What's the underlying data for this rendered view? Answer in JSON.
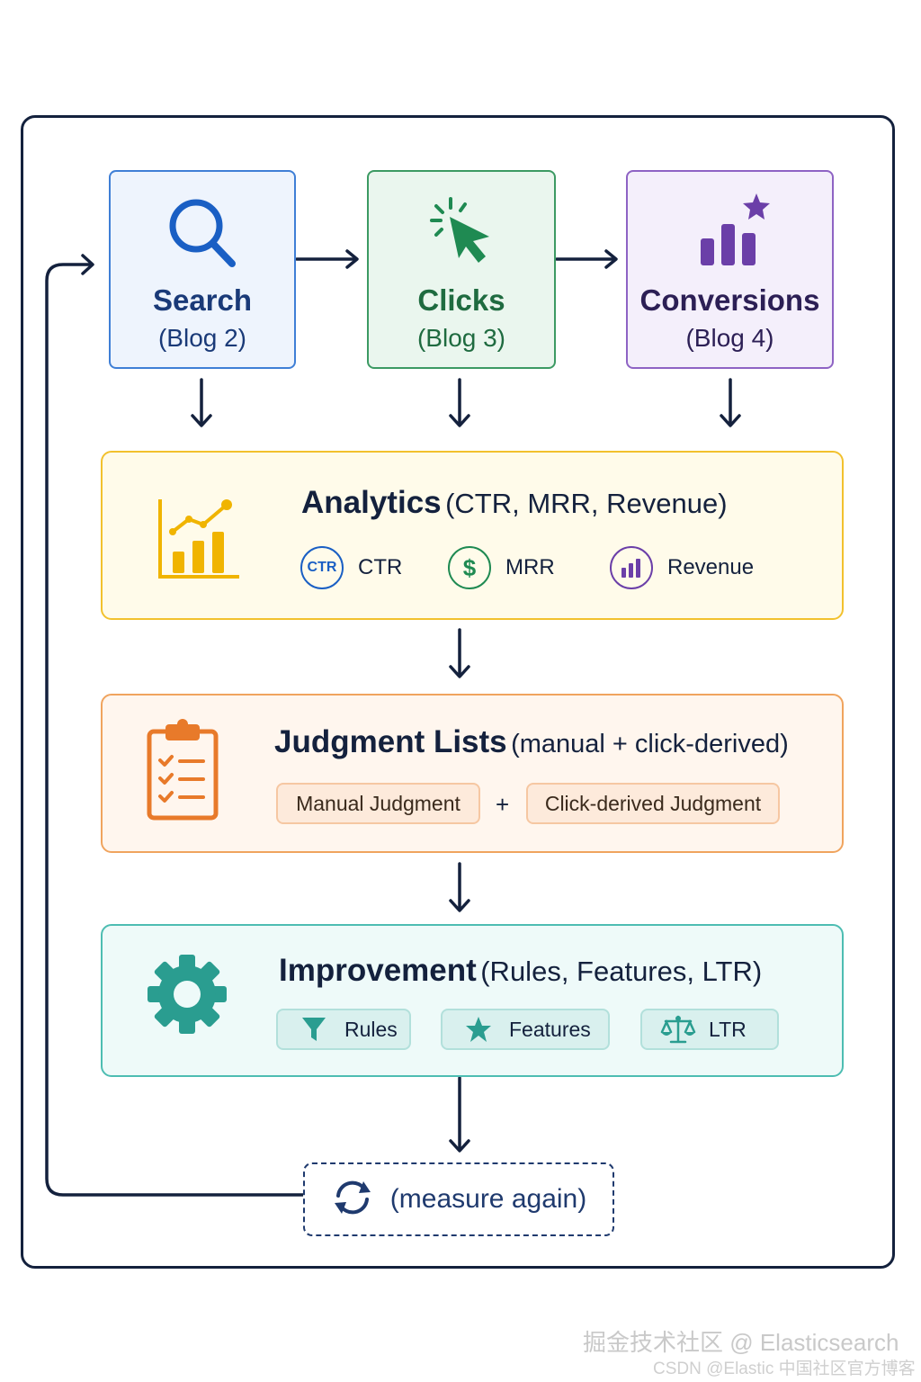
{
  "stages": [
    {
      "title": "Search",
      "subtitle": "(Blog 2)",
      "icon": "search-icon",
      "color": "#1a5fc4",
      "bg": "#eef4fd",
      "border": "#3f7fd6"
    },
    {
      "title": "Clicks",
      "subtitle": "(Blog 3)",
      "icon": "cursor-click-icon",
      "color": "#1f7a4a",
      "bg": "#eaf6ee",
      "border": "#3c9a63"
    },
    {
      "title": "Conversions",
      "subtitle": "(Blog 4)",
      "icon": "bar-chart-star-icon",
      "color": "#5a2d91",
      "bg": "#f4effb",
      "border": "#8e63c4"
    }
  ],
  "analytics": {
    "title": "Analytics",
    "paren": "(CTR, MRR, Revenue)",
    "icon": "line-bar-chart-icon",
    "metrics": [
      {
        "label": "CTR",
        "badge": "CTR",
        "icon": "ctr-badge-icon",
        "color": "#1a5fc4"
      },
      {
        "label": "MRR",
        "badge": "$",
        "icon": "dollar-icon",
        "color": "#1f8a52"
      },
      {
        "label": "Revenue",
        "badge": "",
        "icon": "revenue-chart-icon",
        "color": "#6b3fa8"
      }
    ]
  },
  "judgment": {
    "title": "Judgment Lists",
    "paren": "(manual + click-derived)",
    "icon": "clipboard-checklist-icon",
    "pill_left": "Manual Judgment",
    "plus": "+",
    "pill_right": "Click-derived Judgment"
  },
  "improvement": {
    "title": "Improvement",
    "paren": "(Rules, Features, LTR)",
    "icon": "gear-icon",
    "items": [
      {
        "label": "Rules",
        "icon": "funnel-icon"
      },
      {
        "label": "Features",
        "icon": "star-icon"
      },
      {
        "label": "LTR",
        "icon": "scales-icon"
      }
    ]
  },
  "loop": {
    "label": "(measure again)",
    "icon": "refresh-icon"
  },
  "watermark": {
    "line1": "掘金技术社区 @ Elasticsearch",
    "line2": "CSDN @Elastic 中国社区官方博客"
  }
}
